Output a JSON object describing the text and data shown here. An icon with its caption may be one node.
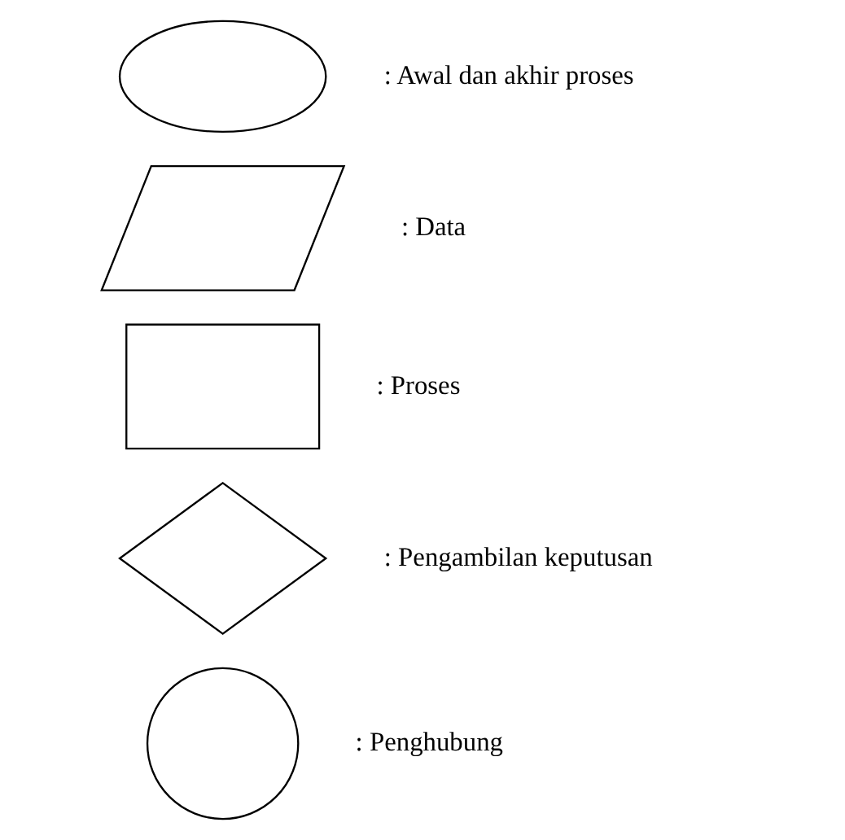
{
  "diagram": {
    "nodes": [
      {
        "text": [],
        "shape": "ellipse",
        "beside": [
          ": Awal dan akhir proses"
        ]
      },
      {
        "text": [],
        "shape": "parallelogram",
        "beside": [
          ": Data"
        ]
      },
      {
        "text": [],
        "shape": "box",
        "beside": [
          ": Proses"
        ]
      },
      {
        "text": [],
        "shape": "diamond",
        "beside": [
          ": Pengambilan keputusan"
        ]
      },
      {
        "text": [],
        "shape": "circle",
        "beside": [
          ": Penghubung"
        ]
      }
    ],
    "edges": []
  }
}
